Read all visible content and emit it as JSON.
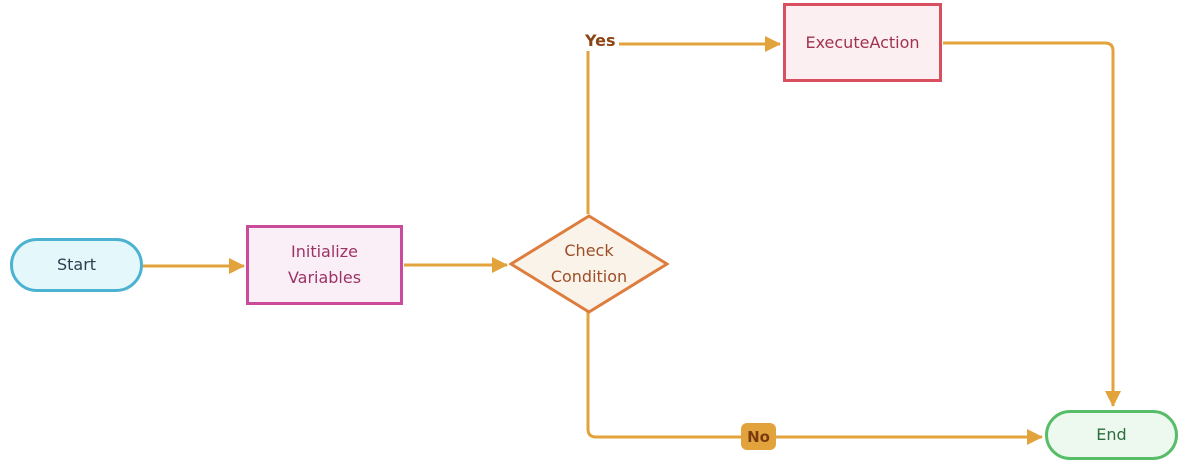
{
  "diagram": {
    "type": "flowchart",
    "nodes": [
      {
        "id": "start",
        "shape": "stadium",
        "label": "Start"
      },
      {
        "id": "initialize-variables",
        "shape": "rectangle",
        "label": "Initialize\nVariables"
      },
      {
        "id": "check-condition",
        "shape": "diamond",
        "label": "Check\nCondition"
      },
      {
        "id": "execute-action",
        "shape": "rectangle",
        "label": "ExecuteAction"
      },
      {
        "id": "end",
        "shape": "stadium",
        "label": "End"
      }
    ],
    "edges": [
      {
        "from": "start",
        "to": "initialize-variables",
        "label": ""
      },
      {
        "from": "initialize-variables",
        "to": "check-condition",
        "label": ""
      },
      {
        "from": "check-condition",
        "to": "execute-action",
        "label": "Yes"
      },
      {
        "from": "execute-action",
        "to": "end",
        "label": ""
      },
      {
        "from": "check-condition",
        "to": "end",
        "label": "No"
      }
    ],
    "colors": {
      "link": "#E2A33C",
      "start_fill": "#E4F7FB",
      "start_stroke": "#4BB3D1",
      "start_text": "#2A3F50",
      "init_fill": "#FBEFF7",
      "init_stroke": "#CA4B9B",
      "init_text": "#9D3365",
      "diamond_fill": "#FAF3E9",
      "diamond_stroke": "#DD7D3E",
      "diamond_text": "#9D4E28",
      "exec_fill": "#FBEFF1",
      "exec_stroke": "#D94F60",
      "exec_text": "#A23350",
      "end_fill": "#EDF9EF",
      "end_stroke": "#57BD68",
      "end_text": "#2D6E3D",
      "yes_label_text": "#8A4415",
      "no_label_bg": "#E3A33C",
      "no_label_text": "#7A3B10"
    }
  }
}
